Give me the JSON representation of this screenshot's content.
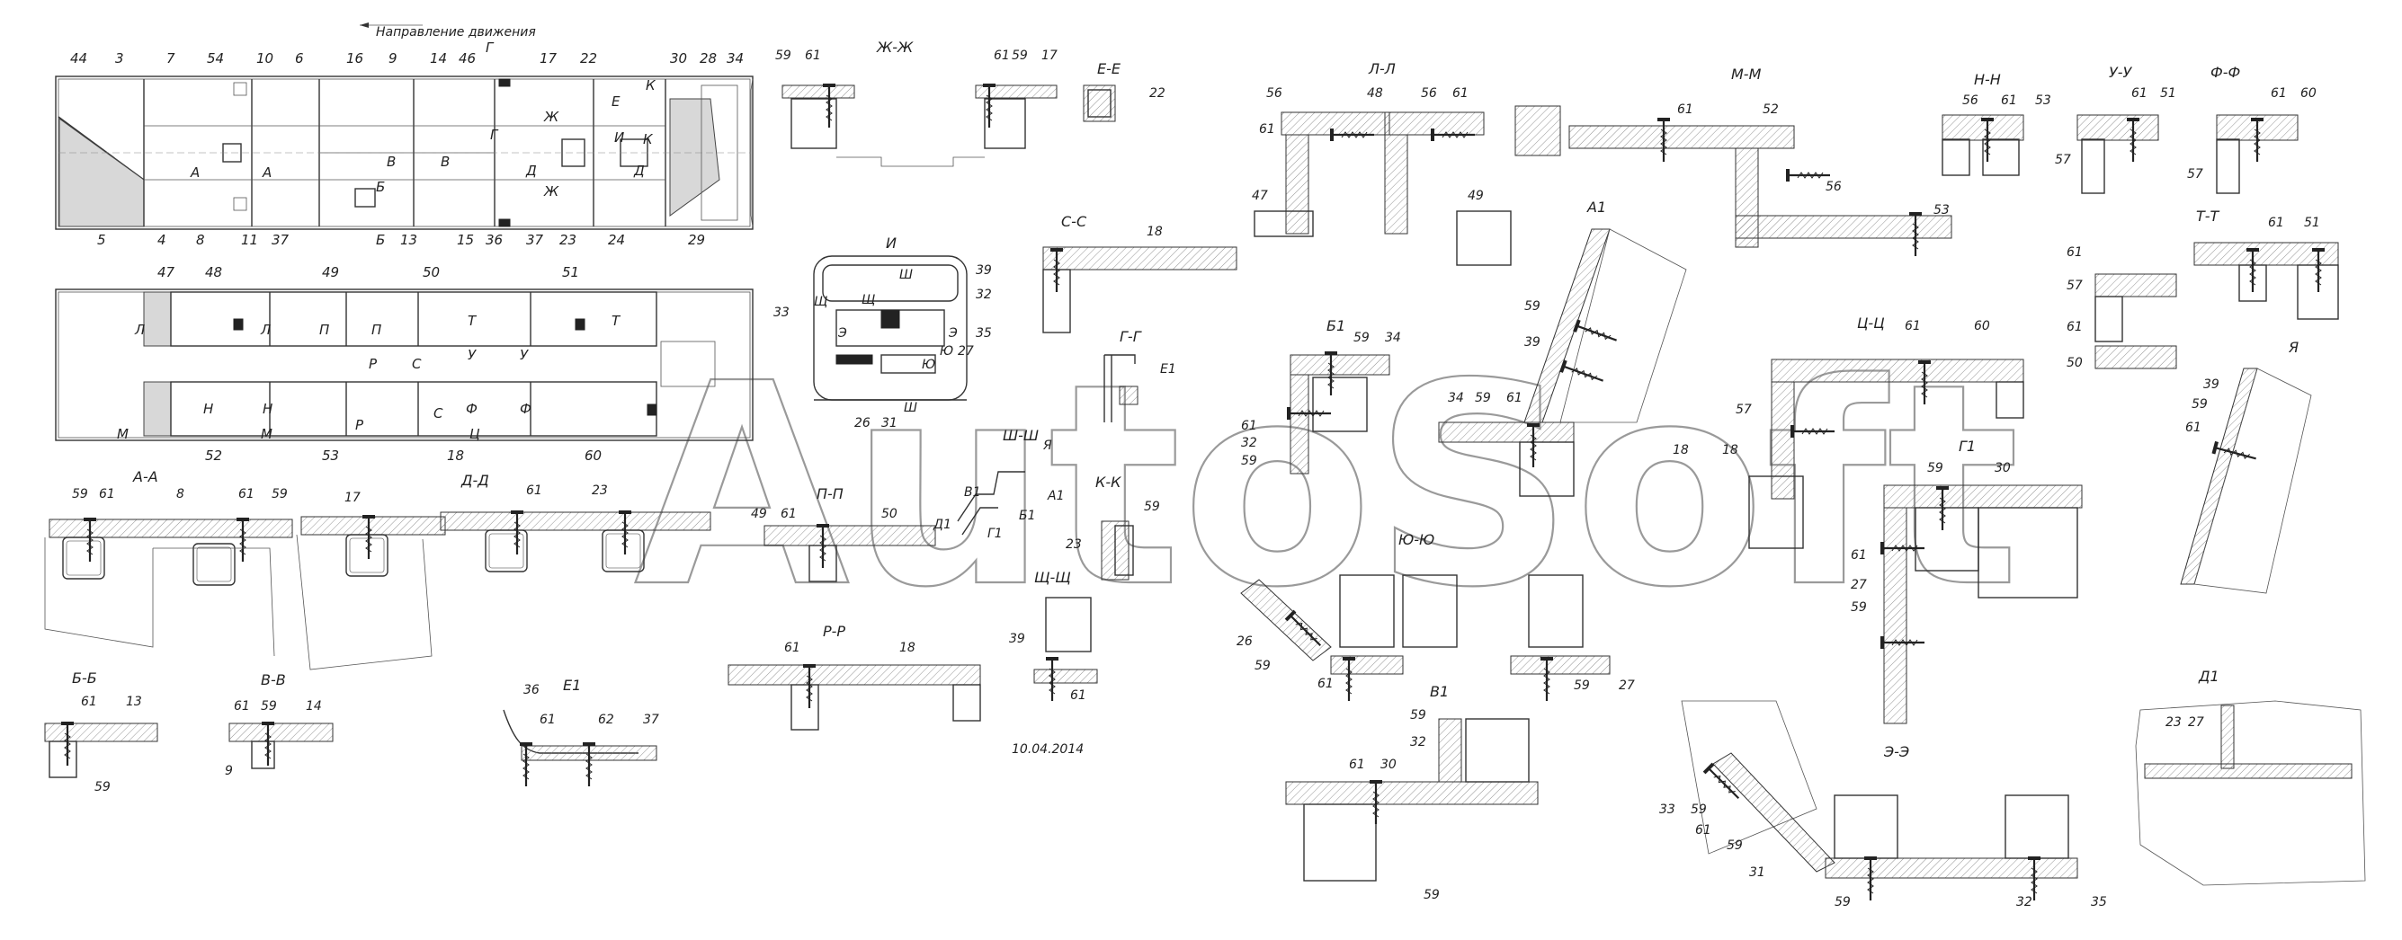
{
  "direction_label": "Направление движения",
  "date_stamp": "10.04.2014",
  "watermark": "AutoSoft",
  "plan_top": {
    "top_numbers": [
      "44",
      "3",
      "7",
      "54",
      "10",
      "6",
      "16",
      "9",
      "14",
      "46",
      "Г",
      "17",
      "22",
      "30",
      "28",
      "34"
    ],
    "bottom_numbers": [
      "5",
      "4",
      "8",
      "11",
      "37",
      "Б",
      "13",
      "15",
      "36",
      "37",
      "23",
      "24",
      "29"
    ],
    "section_marks": [
      "А",
      "А",
      "Б",
      "В",
      "В",
      "Г",
      "Д",
      "Д",
      "Е",
      "Ж",
      "Ж",
      "И",
      "К",
      "К"
    ]
  },
  "plan_bottom": {
    "top_numbers": [
      "47",
      "48",
      "49",
      "50",
      "51"
    ],
    "bottom_numbers": [
      "52",
      "53",
      "18",
      "60"
    ],
    "section_marks": [
      "Л",
      "Л",
      "П",
      "П",
      "Р",
      "С",
      "Т",
      "Т",
      "У",
      "У",
      "Н",
      "Н",
      "М",
      "М",
      "Р",
      "С",
      "Ф",
      "Ф",
      "Ц"
    ]
  },
  "sections": [
    {
      "title": "Ж-Ж",
      "labels": [
        "59",
        "61",
        "59",
        "61",
        "17"
      ]
    },
    {
      "title": "Е-Е",
      "labels": [
        "22"
      ]
    },
    {
      "title": "Л-Л",
      "labels": [
        "56",
        "48",
        "56",
        "61",
        "61",
        "47",
        "49"
      ]
    },
    {
      "title": "М-М",
      "labels": [
        "61",
        "52",
        "56",
        "53"
      ]
    },
    {
      "title": "Н-Н",
      "labels": [
        "56",
        "61",
        "53"
      ]
    },
    {
      "title": "У-У",
      "labels": [
        "61",
        "51",
        "57"
      ]
    },
    {
      "title": "Ф-Ф",
      "labels": [
        "61",
        "60",
        "57"
      ]
    },
    {
      "title": "Т-Т",
      "labels": [
        "61",
        "51",
        "61",
        "57",
        "61",
        "50"
      ]
    },
    {
      "title": "И",
      "labels": [
        "Щ",
        "Ш",
        "Щ",
        "39",
        "32",
        "33",
        "Э",
        "Э",
        "35",
        "Ю",
        "Ю",
        "27",
        "26",
        "31",
        "Ш"
      ]
    },
    {
      "title": "С-С",
      "labels": [
        "18"
      ]
    },
    {
      "title": "Г-Г",
      "labels": [
        "Е1"
      ]
    },
    {
      "title": "А1",
      "labels": [
        "59",
        "39"
      ]
    },
    {
      "title": "Б1",
      "labels": [
        "59",
        "34",
        "61",
        "32",
        "59"
      ]
    },
    {
      "title": "Ц-Ц",
      "labels": [
        "61",
        "60",
        "57",
        "18"
      ]
    },
    {
      "title": "Я",
      "labels": [
        "39",
        "59",
        "61"
      ]
    },
    {
      "title": "А-А",
      "labels": [
        "59",
        "61",
        "8",
        "61",
        "59"
      ]
    },
    {
      "title": "",
      "labels": [
        "17"
      ]
    },
    {
      "title": "Д-Д",
      "labels": [
        "61",
        "23"
      ]
    },
    {
      "title": "П-П",
      "labels": [
        "49",
        "61",
        "50"
      ]
    },
    {
      "title": "Ш-Ш",
      "labels": [
        "Я",
        "В1",
        "Д1",
        "Г1",
        "Б1",
        "А1"
      ]
    },
    {
      "title": "К-К",
      "labels": [
        "59",
        "23"
      ]
    },
    {
      "title": "34",
      "labels": [
        "34",
        "59",
        "61",
        "18"
      ]
    },
    {
      "title": "Г1",
      "labels": [
        "59",
        "30",
        "61",
        "27",
        "59"
      ]
    },
    {
      "title": "Ю-Ю",
      "labels": [
        "26",
        "59",
        "61",
        "59",
        "27"
      ]
    },
    {
      "title": "Щ-Щ",
      "labels": [
        "39",
        "61"
      ]
    },
    {
      "title": "Р-Р",
      "labels": [
        "61",
        "18"
      ]
    },
    {
      "title": "Б-Б",
      "labels": [
        "61",
        "13",
        "59"
      ]
    },
    {
      "title": "В-В",
      "labels": [
        "61",
        "59",
        "14",
        "9"
      ]
    },
    {
      "title": "Е1",
      "labels": [
        "36",
        "61",
        "62",
        "37"
      ]
    },
    {
      "title": "В1",
      "labels": [
        "59",
        "32",
        "61",
        "30",
        "59"
      ]
    },
    {
      "title": "Э-Э",
      "labels": [
        "33",
        "59",
        "61",
        "59",
        "31",
        "59",
        "32",
        "35"
      ]
    },
    {
      "title": "Д1",
      "labels": [
        "23",
        "27"
      ]
    }
  ]
}
